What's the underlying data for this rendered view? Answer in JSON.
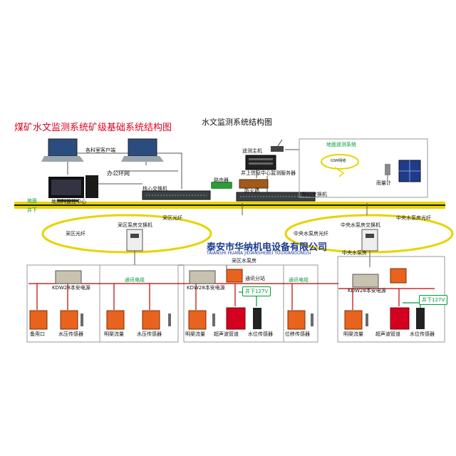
{
  "page_title": "煤矿水文监测系统矿级基础系统结构图",
  "diagram_title": "水文监测系统结构图",
  "company": {
    "name_cn": "泰安市华纳机电设备有限公司",
    "name_en": "TAIANSHI HUANA JIDIANSHEBEI YOUXIANGONGSI"
  },
  "surface": {
    "clients": "各科室客户端",
    "office_net": "办公环网",
    "monitor_center": "地测科监控中心",
    "core_switch_left": "核心交换机",
    "router": "路由器",
    "firewall": "防火墙",
    "remote_host": "遥测主机",
    "info_center": "井上信息中心监测服务器",
    "core_switch_right": "核心交换机",
    "remote_system": "地面遥测系统",
    "gsm": "GSM网络",
    "rain_gauge": "雨量计",
    "ground_label": "地面",
    "underground_label": "井下"
  },
  "underground": {
    "ring_left": "采区光纤",
    "ring_left_switch": "采区泵房交换机",
    "ring_right": "中央水泵房光纤",
    "ring_right_top": "中央水泵房光纤",
    "ring_right_switch": "中央水泵房交换机",
    "pump_room_left": "采区水泵房",
    "pump_room_right": "中央水泵房",
    "comm_branch": "通讯分站",
    "comm_cable": "通讯电缆",
    "power_kdw": "KDW28本安电源",
    "power_127": "井下127V",
    "devices": [
      "备用口",
      "水压传感器",
      "明渠流量",
      "水压传感器",
      "明渠流量",
      "超声波管道",
      "水位传感器",
      "位移传感器",
      "明渠流量",
      "超声波管道",
      "水位传感器"
    ]
  },
  "colors": {
    "title_red": "#e0001a",
    "cable_red": "#c00000",
    "power_green": "#009a3a",
    "ring_yellow": "#e8d400",
    "company_blue": "#1a3a8c"
  }
}
